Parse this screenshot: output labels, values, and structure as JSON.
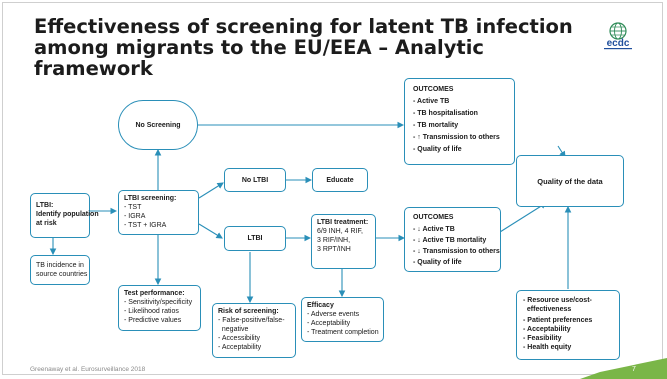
{
  "title": "Effectiveness of screening for latent TB infection among migrants to the EU/EEA – Analytic framework",
  "logo_text": "ecdc",
  "colors": {
    "box_border": "#2a8fb8",
    "arrow": "#2a8fb8",
    "accent_green": "#7ab648",
    "logo_blue": "#1f4e9c"
  },
  "boxes": {
    "identify": {
      "lines": [
        "LTBI:",
        "Identify population",
        "at risk"
      ]
    },
    "incidence": {
      "lines": [
        "TB incidence in",
        "source countries"
      ]
    },
    "screening": {
      "title": "LTBI screening:",
      "lines": [
        "- TST",
        "- IGRA",
        "- TST + IGRA"
      ]
    },
    "no_screening": {
      "label": "No Screening"
    },
    "no_ltbi": {
      "label": "No LTBI"
    },
    "educate": {
      "label": "Educate"
    },
    "ltbi": {
      "label": "LTBI"
    },
    "test_performance": {
      "title": "Test performance:",
      "lines": [
        "- Sensitivity/specificity",
        "- Likelihood ratios",
        "- Predictive values"
      ]
    },
    "risk": {
      "title": "Risk of screening:",
      "lines": [
        "- False-positive/false-",
        "  negative",
        "- Accessibility",
        "- Acceptability"
      ]
    },
    "treatment": {
      "title": "LTBI treatment:",
      "lines": [
        "6/9 INH, 4 RIF,",
        "3 RIF/INH,",
        "3 RPT/INH"
      ]
    },
    "efficacy": {
      "title": "Efficacy",
      "lines": [
        "- Adverse events",
        "- Acceptability",
        "- Treatment completion"
      ]
    },
    "outcomes_top": {
      "title": "OUTCOMES",
      "lines": [
        "- Active TB",
        "- TB hospitalisation",
        "- TB mortality",
        "- ↑ Transmission to others",
        "- Quality of life"
      ]
    },
    "outcomes_mid": {
      "title": "OUTCOMES",
      "lines": [
        "- ↓ Active TB",
        "- ↓ Active TB mortality",
        "- ↓ Transmission to others",
        "- Quality of life"
      ]
    },
    "quality": {
      "label": "Quality of the data"
    },
    "resource": {
      "lines": [
        "- Resource use/cost-",
        "  effectiveness",
        "- Patient preferences",
        "- Acceptability",
        "- Feasibility",
        "- Health equity"
      ]
    }
  },
  "footer": "Greenaway et al. Eurosurveillance 2018",
  "page_number": "7"
}
